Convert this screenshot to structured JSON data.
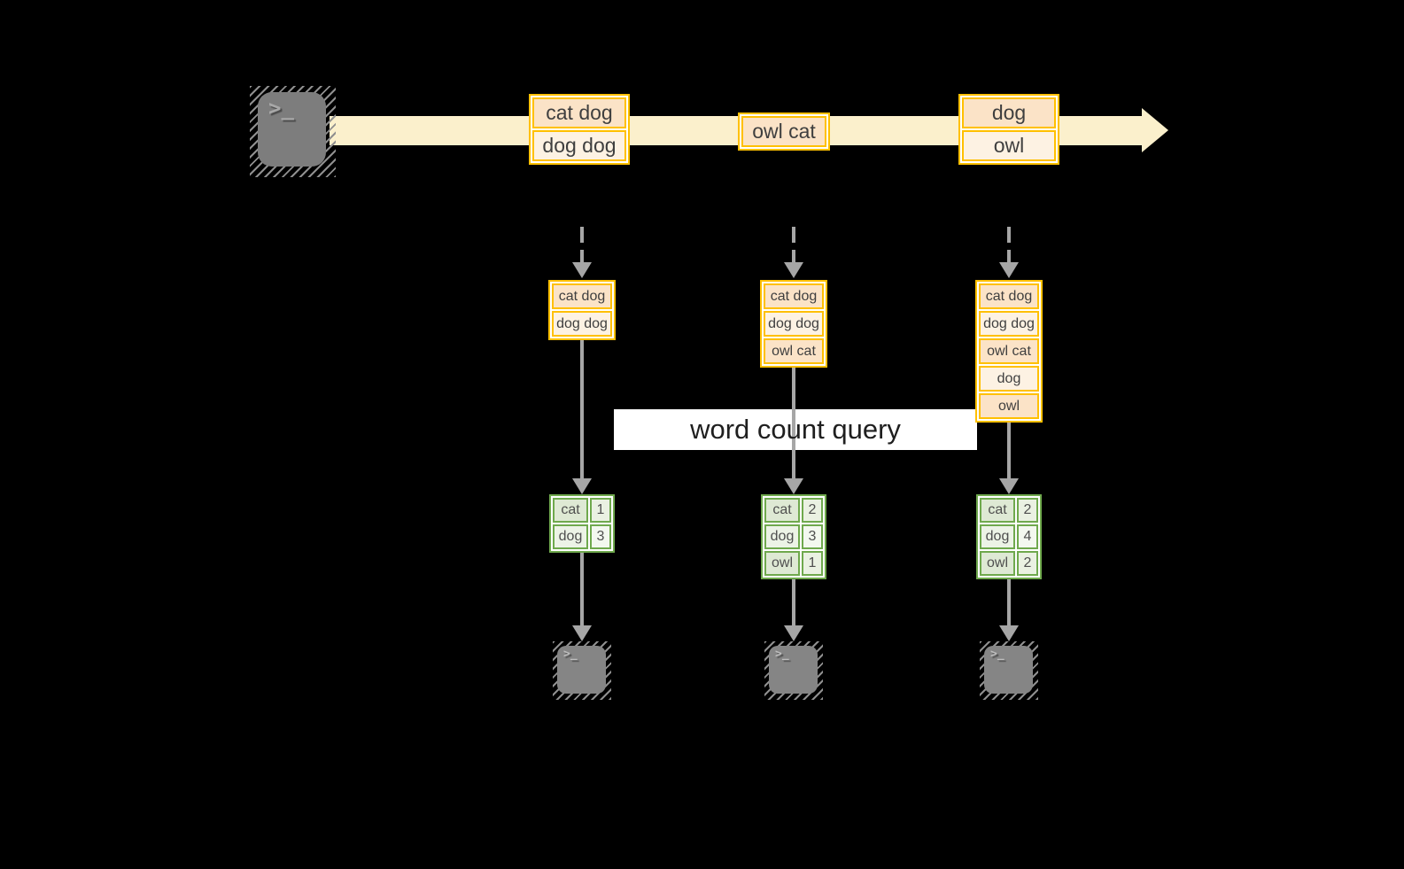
{
  "diagram": {
    "query_banner": {
      "label": "word count query"
    },
    "stream": {
      "source_icon": "terminal",
      "prompt_glyph": ">_",
      "batches": [
        {
          "lines": [
            "cat dog",
            "dog dog"
          ]
        },
        {
          "lines": [
            "owl cat"
          ]
        },
        {
          "lines": [
            "dog",
            "owl"
          ]
        }
      ]
    },
    "pipelines": [
      {
        "state_lines": [
          "cat dog",
          "dog dog"
        ],
        "counts": [
          {
            "word": "cat",
            "count": "1"
          },
          {
            "word": "dog",
            "count": "3"
          }
        ]
      },
      {
        "state_lines": [
          "cat dog",
          "dog dog",
          "owl cat"
        ],
        "counts": [
          {
            "word": "cat",
            "count": "2"
          },
          {
            "word": "dog",
            "count": "3"
          },
          {
            "word": "owl",
            "count": "1"
          }
        ]
      },
      {
        "state_lines": [
          "cat dog",
          "dog dog",
          "owl cat",
          "dog",
          "owl"
        ],
        "counts": [
          {
            "word": "cat",
            "count": "2"
          },
          {
            "word": "dog",
            "count": "4"
          },
          {
            "word": "owl",
            "count": "2"
          }
        ]
      }
    ],
    "colors": {
      "stream_band": "#FBF0CC",
      "box_border": "#FFC000",
      "box_fill_dark": "#FBE3C7",
      "box_fill_light": "#FDF2E3",
      "table_border": "#6FA94D",
      "table_fill_dark": "#DEE9D4",
      "table_fill_light": "#ECF3E6",
      "arrow_gray": "#A6A6A6",
      "terminal_gray": "#7D7D7D"
    }
  }
}
